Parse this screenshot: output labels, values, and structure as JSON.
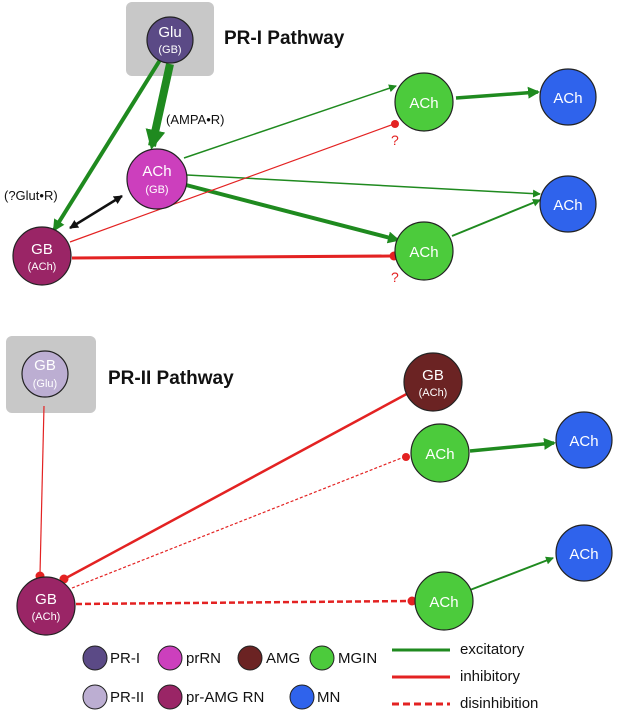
{
  "titles": {
    "pr1": "PR-I Pathway",
    "pr2": "PR-II Pathway"
  },
  "edge_labels": {
    "ampa": "(AMPA•R)",
    "glut": "(?Glut•R)",
    "q1": "?",
    "q2": "?"
  },
  "nodes": {
    "glu_top": {
      "main": "Glu",
      "sub": "(GB)"
    },
    "ach_gb": {
      "main": "ACh",
      "sub": "(GB)"
    },
    "gb_ach_top": {
      "main": "GB",
      "sub": "(ACh)"
    },
    "ach_top1": {
      "main": "ACh"
    },
    "ach_top2": {
      "main": "ACh"
    },
    "mn_top1": {
      "main": "ACh"
    },
    "mn_top2": {
      "main": "ACh"
    },
    "gb_glu": {
      "main": "GB",
      "sub": "(Glu)"
    },
    "gb_ach_amg": {
      "main": "GB",
      "sub": "(ACh)"
    },
    "ach_bot1": {
      "main": "ACh"
    },
    "ach_bot2": {
      "main": "ACh"
    },
    "mn_bot1": {
      "main": "ACh"
    },
    "mn_bot2": {
      "main": "ACh"
    },
    "gb_ach_bot": {
      "main": "GB",
      "sub": "(ACh)"
    }
  },
  "legend": {
    "pr1": "PR-I",
    "prrn": "prRN",
    "amg": "AMG",
    "mgin": "MGIN",
    "pr2": "PR-II",
    "pramg": "pr-AMG RN",
    "mn": "MN",
    "excitatory": "excitatory",
    "inhibitory": "inhibitory",
    "disinhibition": "disinhibition"
  },
  "colors": {
    "pr1": "#5b4a86",
    "prrn": "#cc3fbd",
    "amg": "#6b2323",
    "mgin": "#4ccb3c",
    "pr2": "#bcaed2",
    "pramg": "#9a2566",
    "mn": "#2f63ec",
    "excitatory": "#1f8a1f",
    "inhibitory": "#e32222",
    "box": "#c8c8c8"
  }
}
